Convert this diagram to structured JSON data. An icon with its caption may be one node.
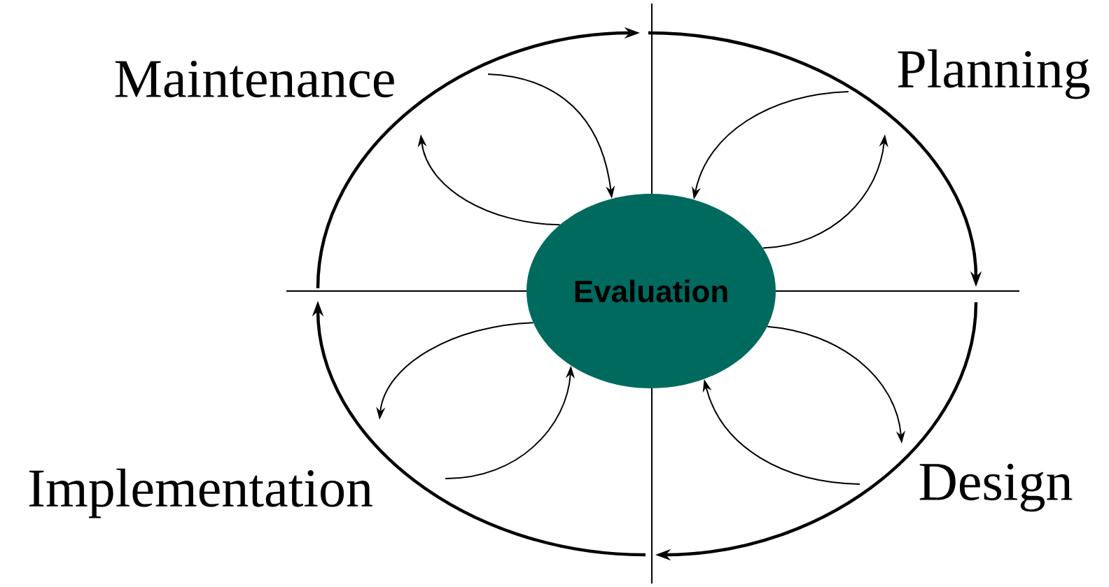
{
  "diagram": {
    "nodes": [
      {
        "text": [
          "Maintenance"
        ]
      },
      {
        "text": [
          "Planning"
        ]
      },
      {
        "text": [
          "Evaluation"
        ]
      },
      {
        "text": [
          "Implementation"
        ]
      },
      {
        "text": [
          "Design"
        ]
      }
    ],
    "edges": [
      {
        "from": null,
        "to": 2,
        "arrow": "to"
      },
      {
        "from": 2,
        "to": null,
        "arrow": "to"
      },
      {
        "from": null,
        "to": 2,
        "arrow": "to"
      },
      {
        "from": 2,
        "to": null,
        "arrow": "to"
      },
      {
        "from": null,
        "to": 2,
        "arrow": "to"
      },
      {
        "from": 2,
        "to": null,
        "arrow": "to"
      },
      {
        "from": null,
        "to": 2,
        "arrow": "to"
      },
      {
        "from": 2,
        "to": null,
        "arrow": "to"
      }
    ]
  }
}
